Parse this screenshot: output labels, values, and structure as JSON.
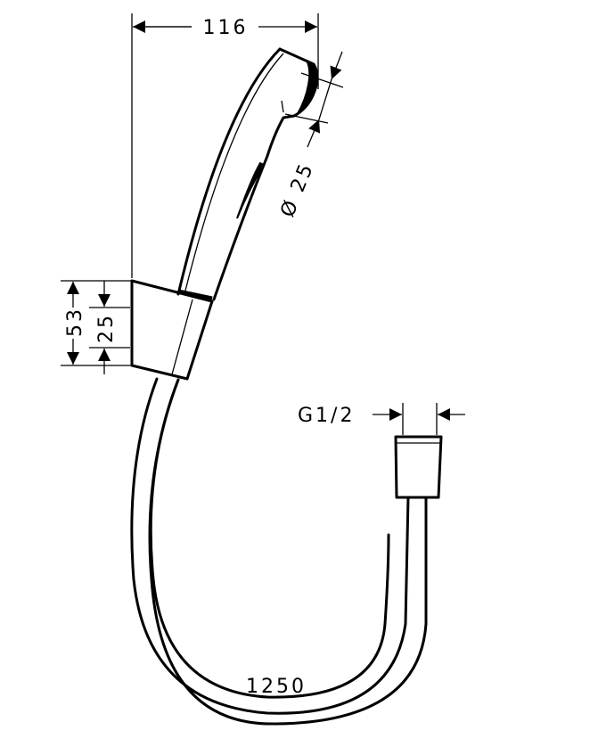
{
  "drawing": {
    "dimensions": {
      "width_head": "116",
      "head_diameter": "Ø 25",
      "holder_height": "53",
      "holder_inner": "25",
      "thread": "G1/2",
      "hose_length": "1250"
    },
    "colors": {
      "line": "#000000",
      "background": "#ffffff"
    }
  }
}
